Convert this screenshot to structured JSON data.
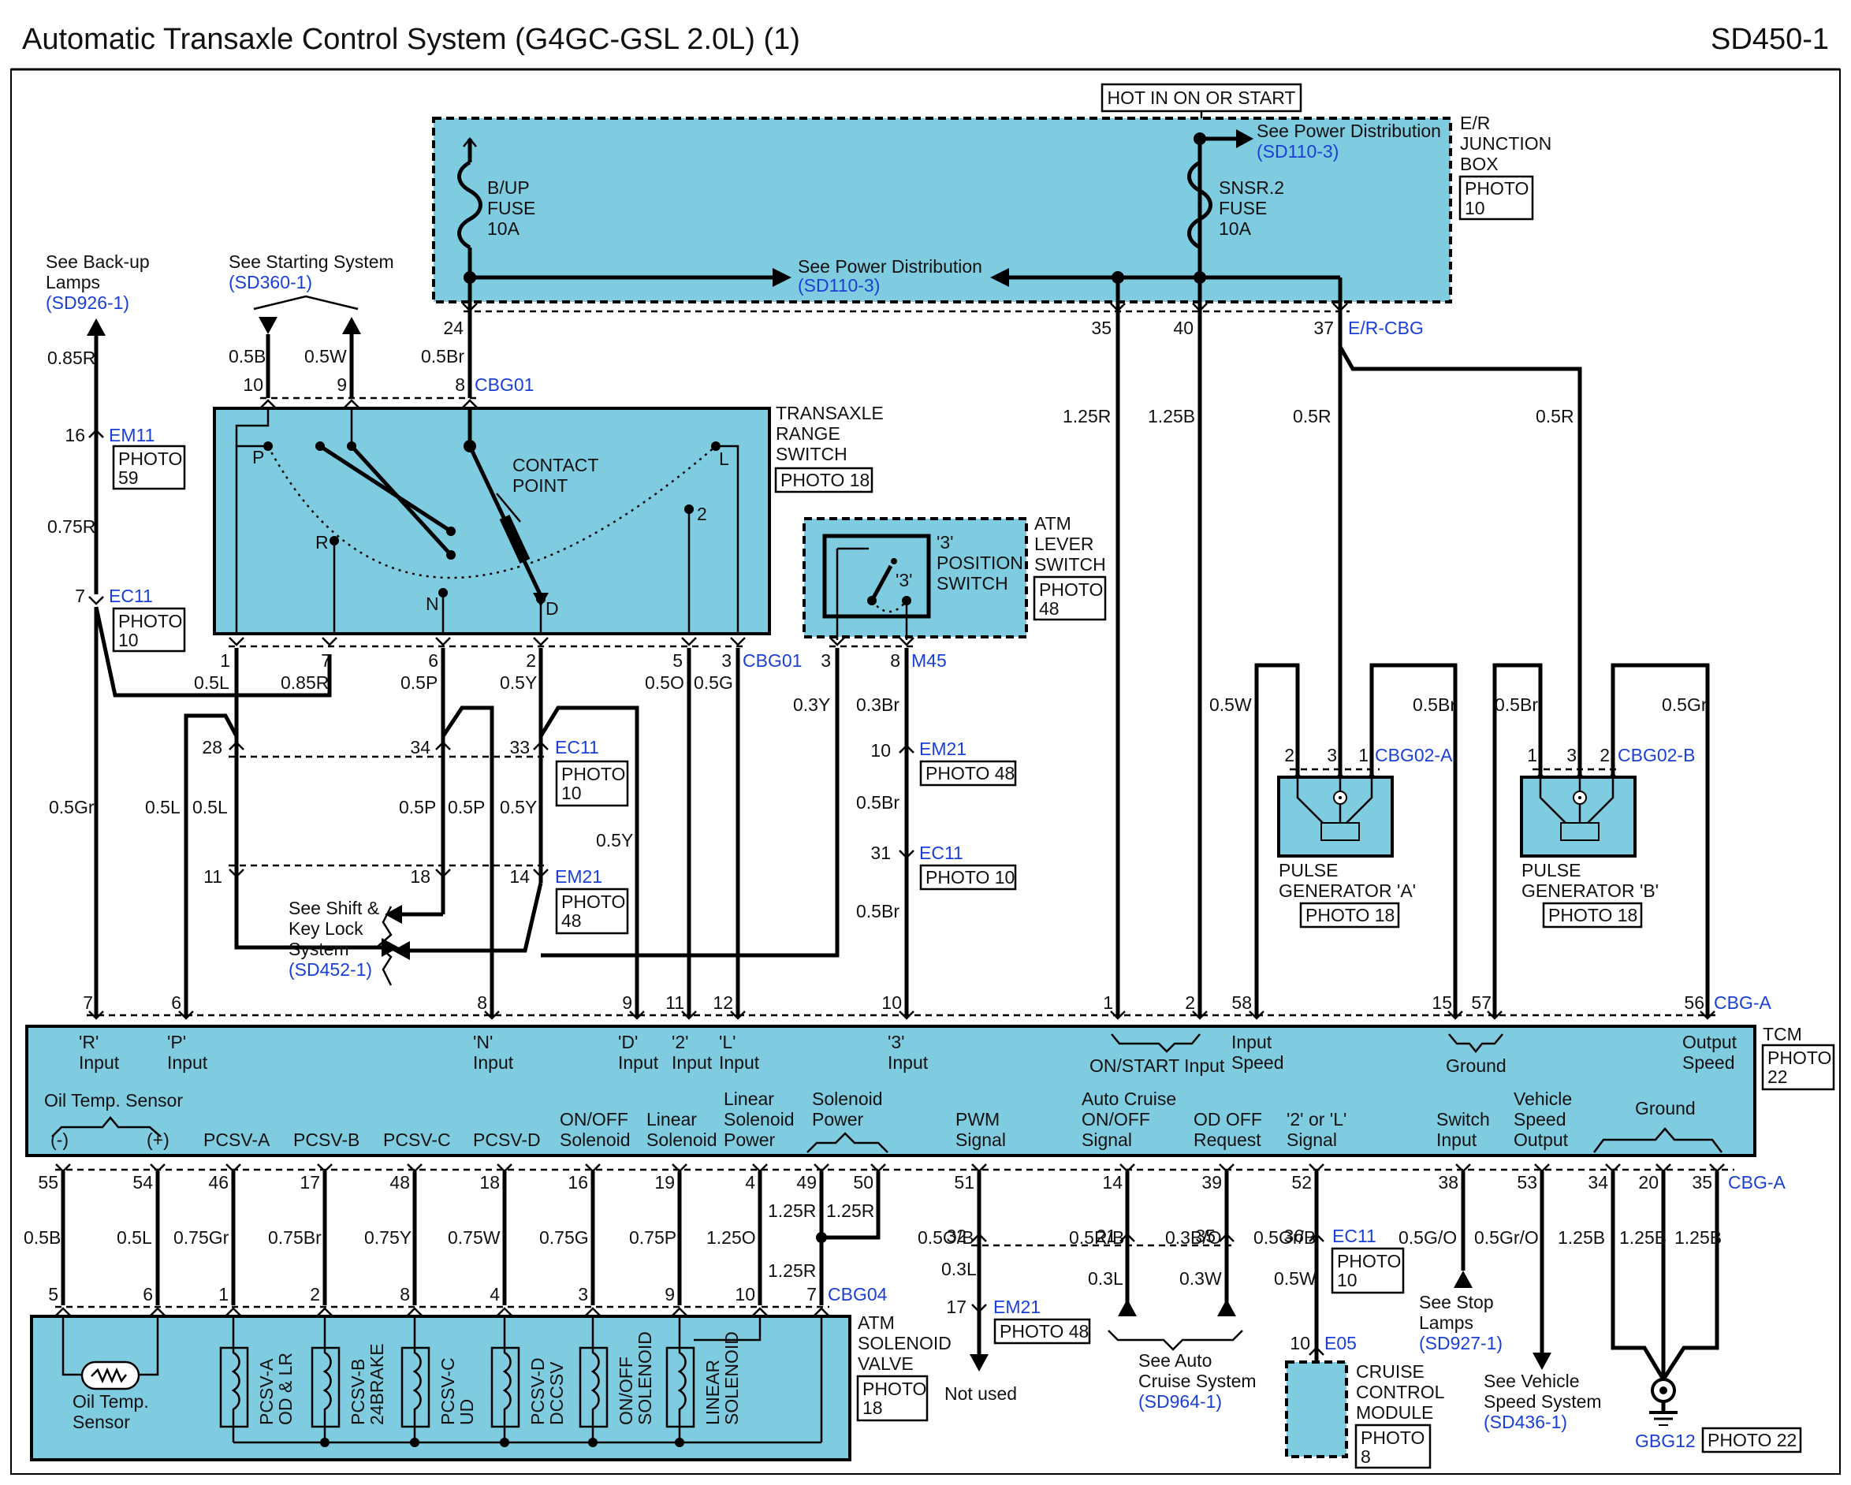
{
  "header": {
    "title": "Automatic Transaxle Control System (G4GC-GSL 2.0L) (1)",
    "code": "SD450-1"
  },
  "junction_box": {
    "hot_label": "HOT IN ON OR START",
    "name_lines": [
      "E/R",
      "JUNCTION",
      "BOX"
    ],
    "photo": [
      "PHOTO",
      "10"
    ],
    "fuse1": [
      "B/UP",
      "FUSE",
      "10A"
    ],
    "fuse2": [
      "SNSR.2",
      "FUSE",
      "10A"
    ],
    "see_pd_top": "See Power Distribution",
    "see_pd_top_ref": "(SD110-3)",
    "see_pd_mid": "See Power Distribution",
    "see_pd_mid_ref": "(SD110-3)",
    "pins": [
      "24",
      "35",
      "40",
      "37"
    ],
    "connector": "E/R-CBG"
  },
  "left_refs": {
    "backup_lines": [
      "See Back-up",
      "Lamps"
    ],
    "backup_ref": "(SD926-1)",
    "starting": "See Starting System",
    "starting_ref": "(SD360-1)",
    "shift_lines": [
      "See Shift &",
      "Key Lock",
      "System"
    ],
    "shift_ref": "(SD452-1)"
  },
  "range_switch": {
    "name_lines": [
      "TRANSAXLE",
      "RANGE",
      "SWITCH"
    ],
    "photo": "PHOTO 18",
    "contact_lines": [
      "CONTACT",
      "POINT"
    ],
    "positions": [
      "P",
      "R",
      "N",
      "D",
      "2",
      "L"
    ],
    "top_pins": [
      "10",
      "9",
      "8"
    ],
    "top_connector": "CBG01",
    "bottom_pins": [
      "1",
      "7",
      "6",
      "2",
      "5",
      "3"
    ],
    "bottom_connector": "CBG01"
  },
  "lever_switch": {
    "name_lines": [
      "ATM",
      "LEVER",
      "SWITCH"
    ],
    "photo": [
      "PHOTO",
      "48"
    ],
    "pos_lines": [
      "'3'",
      "POSITION",
      "SWITCH"
    ],
    "inner": "'3'",
    "pins": [
      "3",
      "8"
    ],
    "connector": "M45"
  },
  "connectors": {
    "em11": "EM11",
    "em11_pin": "16",
    "em11_photo": [
      "PHOTO",
      "59"
    ],
    "ec11_left": "EC11",
    "ec11_left_pin": "7",
    "ec11_left_photo": [
      "PHOTO",
      "10"
    ],
    "ec11_mid": "EC11",
    "ec11_mid_photo": [
      "PHOTO",
      "10"
    ],
    "em21_mid": "EM21",
    "em21_mid_photo": [
      "PHOTO",
      "48"
    ],
    "em21_right": "EM21",
    "em21_right_photo": "PHOTO 48",
    "ec11_right": "EC11",
    "ec11_right_photo": "PHOTO 10",
    "mid_pins_top": [
      "28",
      "34",
      "33"
    ],
    "mid_pins_bot": [
      "11",
      "18",
      "14"
    ],
    "em21_right_pin": "10",
    "ec11_right_pin": "31"
  },
  "wires": {
    "w085R": "0.85R",
    "w075R": "0.75R",
    "w05Gr": "0.5Gr",
    "w05B": "0.5B",
    "w05W_top": "0.5W",
    "w05Br": "0.5Br",
    "w05L_a": "0.5L",
    "w085R_b": "0.85R",
    "w05P_a": "0.5P",
    "w05Y_a": "0.5Y",
    "w05O": "0.5O",
    "w05G": "0.5G",
    "w05L_b": "0.5L",
    "w05L_c": "0.5L",
    "w05P_b": "0.5P",
    "w05P_c": "0.5P",
    "w05Y_b": "0.5Y",
    "w05Y_c": "0.5Y",
    "w03Y": "0.3Y",
    "w03Br": "0.3Br",
    "w05Br_m1": "0.5Br",
    "w05Br_m2": "0.5Br",
    "w125R": "1.25R",
    "w125B": "1.25B",
    "w05R_a": "0.5R",
    "w05R_b": "0.5R",
    "w05W": "0.5W",
    "w05Br_pg": "0.5Br",
    "w05Br_pg2": "0.5Br",
    "w05Gr_pg": "0.5Gr"
  },
  "pulse_a": {
    "name_lines": [
      "PULSE",
      "GENERATOR 'A'"
    ],
    "photo": "PHOTO 18",
    "pins": [
      "2",
      "3",
      "1"
    ],
    "connector": "CBG02-A"
  },
  "pulse_b": {
    "name_lines": [
      "PULSE",
      "GENERATOR 'B'"
    ],
    "photo": "PHOTO 18",
    "pins": [
      "1",
      "3",
      "2"
    ],
    "connector": "CBG02-B"
  },
  "tcm": {
    "name": "TCM",
    "photo": [
      "PHOTO",
      "22"
    ],
    "top_pins": [
      "7",
      "6",
      "8",
      "9",
      "11",
      "12",
      "10",
      "1",
      "2",
      "58",
      "15",
      "57",
      "56"
    ],
    "top_connector": "CBG-A",
    "inputs": [
      [
        "'R'",
        "Input"
      ],
      [
        "'P'",
        "Input"
      ],
      [
        "'N'",
        "Input"
      ],
      [
        "'D'",
        "Input"
      ],
      [
        "'2'",
        "Input"
      ],
      [
        "'L'",
        "Input"
      ],
      [
        "'3'",
        "Input"
      ]
    ],
    "on_start": "ON/START Input",
    "input_speed": [
      "Input",
      "Speed"
    ],
    "ground_top": "Ground",
    "output_speed": [
      "Output",
      "Speed"
    ],
    "oil_temp": "Oil Temp. Sensor",
    "minus": "(-)",
    "plus": "(+)",
    "pcsv_a": "PCSV-A",
    "pcsv_b": "PCSV-B",
    "pcsv_c": "PCSV-C",
    "pcsv_d": "PCSV-D",
    "onoff_sol": [
      "ON/OFF",
      "Solenoid"
    ],
    "linear_sol": [
      "Linear",
      "Solenoid"
    ],
    "linear_power": [
      "Linear",
      "Solenoid",
      "Power"
    ],
    "sol_power": [
      "Solenoid",
      "Power"
    ],
    "pwm": [
      "PWM",
      "Signal"
    ],
    "auto_cruise": [
      "Auto Cruise",
      "ON/OFF",
      "Signal"
    ],
    "od_off": [
      "OD OFF",
      "Request"
    ],
    "sig_2l": [
      "'2' or 'L'",
      "Signal"
    ],
    "switch_input": [
      "Switch",
      "Input"
    ],
    "vss_out": [
      "Vehicle",
      "Speed",
      "Output"
    ],
    "ground_bot": "Ground",
    "bottom_pins": [
      "55",
      "54",
      "46",
      "17",
      "48",
      "18",
      "16",
      "19",
      "4",
      "49",
      "50",
      "51",
      "14",
      "39",
      "52",
      "38",
      "53",
      "34",
      "20",
      "35"
    ],
    "bottom_connector": "CBG-A"
  },
  "bottom_wires": [
    "0.5B",
    "0.5L",
    "0.75Gr",
    "0.75Br",
    "0.75Y",
    "0.75W",
    "0.75G",
    "0.75P",
    "1.25O",
    "1.25R",
    "1.25R",
    "1.25R",
    "0.5O/B",
    "0.3L",
    "0.5R/B",
    "0.3L",
    "0.3B/O",
    "0.3W",
    "0.5Gr/B",
    "0.5W",
    "0.5G/O",
    "0.5Gr/O",
    "1.25B",
    "1.25B",
    "1.25B"
  ],
  "valve": {
    "name_lines": [
      "ATM",
      "SOLENOID",
      "VALVE"
    ],
    "photo": [
      "PHOTO",
      "18"
    ],
    "pins": [
      "5",
      "6",
      "1",
      "2",
      "8",
      "4",
      "3",
      "9",
      "10",
      "7"
    ],
    "connector": "CBG04",
    "sensor_lines": [
      "Oil Temp.",
      "Sensor"
    ],
    "coils": [
      [
        "PCSV-A",
        "OD & LR"
      ],
      [
        "PCSV-B",
        "24BRAKE"
      ],
      [
        "PCSV-C",
        "UD"
      ],
      [
        "PCSV-D",
        "DCCSV"
      ],
      [
        "ON/OFF",
        "SOLENOID"
      ],
      [
        "LINEAR",
        "SOLENOID"
      ]
    ]
  },
  "bottom_refs": {
    "em21_b": "EM21",
    "em21_b_photo": "PHOTO 48",
    "em21_b_pins": [
      "32",
      "17"
    ],
    "not_used": "Not used",
    "ac_pins": [
      "21",
      "35"
    ],
    "auto_cruise_lines": [
      "See Auto",
      "Cruise System"
    ],
    "auto_cruise_ref": "(SD964-1)",
    "ec11_b": "EC11",
    "ec11_b_photo": [
      "PHOTO",
      "10"
    ],
    "ec11_b_pin": "36",
    "e05": "E05",
    "e05_pin": "10",
    "ccm_lines": [
      "CRUISE",
      "CONTROL",
      "MODULE"
    ],
    "ccm_photo": [
      "PHOTO",
      "8"
    ],
    "stop_lines": [
      "See Stop",
      "Lamps"
    ],
    "stop_ref": "(SD927-1)",
    "vss_lines": [
      "See Vehicle",
      "Speed System"
    ],
    "vss_ref": "(SD436-1)",
    "gnd": "GBG12",
    "gnd_photo": "PHOTO 22"
  }
}
